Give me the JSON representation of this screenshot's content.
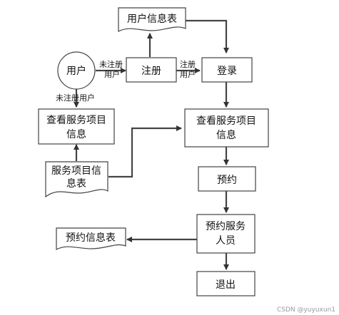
{
  "nodes": {
    "user": "用户",
    "user_info_table": "用户信息表",
    "register": "注册",
    "login": "登录",
    "view_service_left_1": "查看服务项目",
    "view_service_left_2": "信息",
    "service_table_1": "服务项目信",
    "service_table_2": "息表",
    "view_service_right_1": "查看服务项目",
    "view_service_right_2": "信息",
    "reserve": "预约",
    "reserve_staff_1": "预约服务",
    "reserve_staff_2": "人员",
    "reservation_table": "预约信息表",
    "exit": "退出"
  },
  "edge_labels": {
    "user_to_register_1": "未注册",
    "user_to_register_2": "用户",
    "register_to_login_1": "注册",
    "register_to_login_2": "用户",
    "user_down": "未注册用户"
  },
  "watermark": "CSDN @yuyuxun1"
}
